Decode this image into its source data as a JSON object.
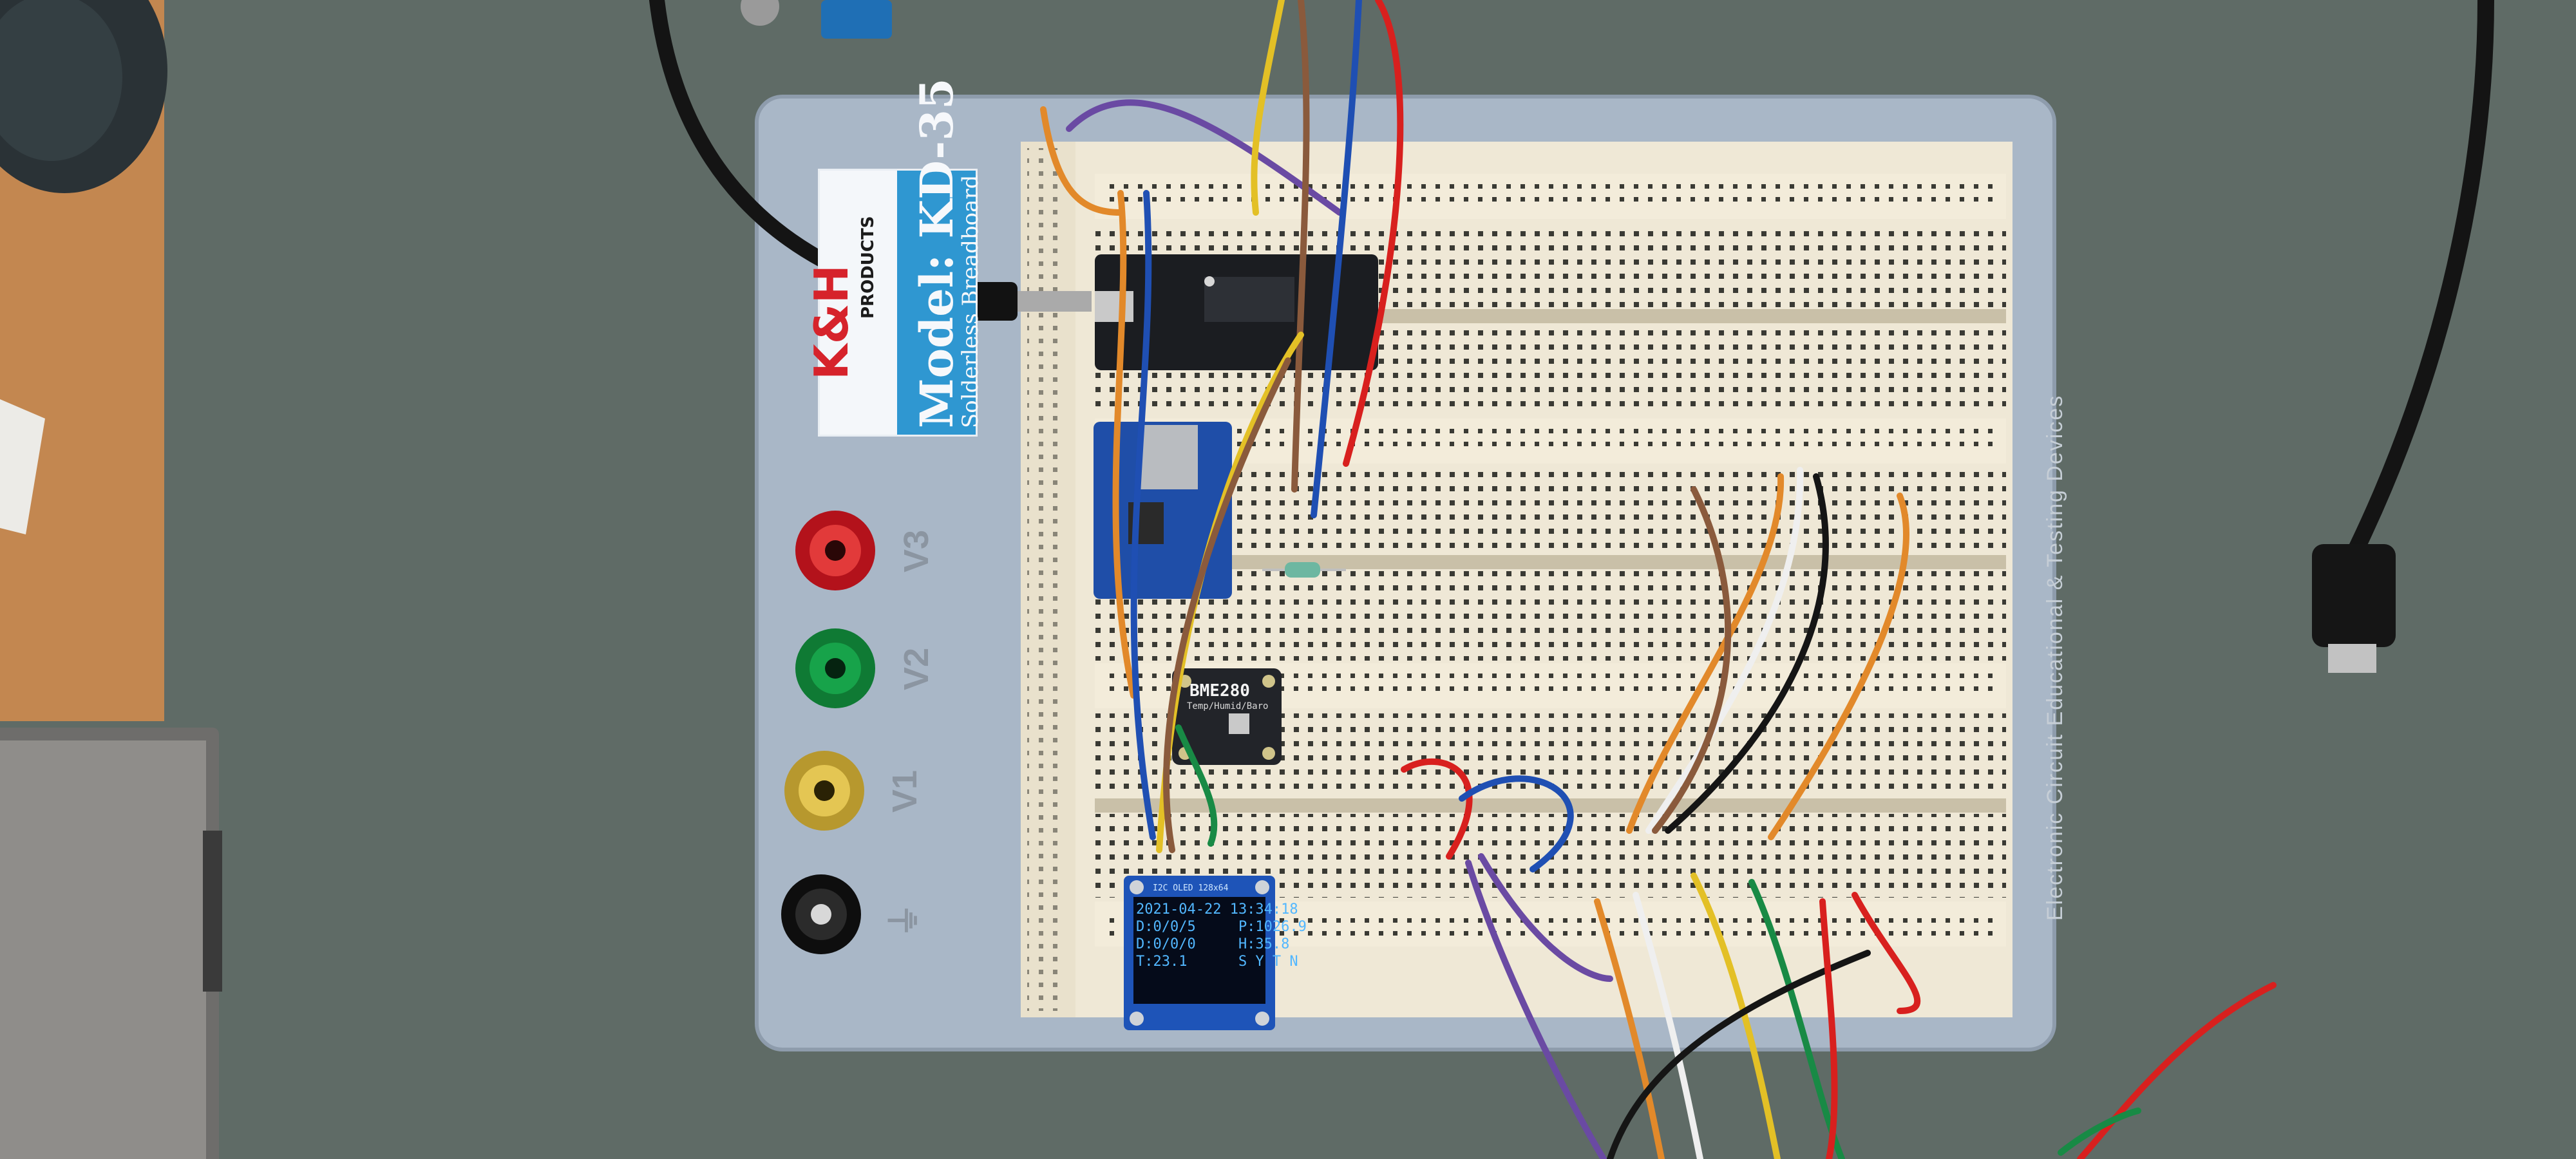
{
  "scene": {
    "breadboard": {
      "label_brand": "K&H",
      "label_brand_sub": "PRODUCTS",
      "label_model": "Model: KD-35",
      "label_desc": "Solderless Breadboard",
      "edge_text": "Electronic Circuit Educational & Testing Devices"
    },
    "terminals": [
      {
        "label": "V3",
        "color": "#b3121b"
      },
      {
        "label": "V2",
        "color": "#0f8a3a"
      },
      {
        "label": "V1",
        "color": "#d9b640"
      },
      {
        "label": "⏚",
        "color": "#141414"
      }
    ],
    "sensor": {
      "label": "BME280",
      "sublabel": "Temp/Humid/Baro"
    },
    "oled": {
      "header": "I2C  OLED  128x64",
      "rows": [
        "2021-04-22 13:34:18",
        "D:0/0/5     P:1026.9",
        "D:0/0/0     H:35.8",
        "T:23.1      S Y T N"
      ]
    },
    "colors": {
      "table": "#5f6b66",
      "board_base": "#a9b7c7",
      "breadboard": "#efe8d6",
      "wire_red": "#d8201e",
      "wire_orange": "#e2892a",
      "wire_blue": "#1f4fb3",
      "wire_black": "#151515",
      "wire_brown": "#8a5a3c",
      "wire_yellow": "#e3c026",
      "wire_green": "#188a45",
      "wire_white": "#efefef",
      "wire_purple": "#6a4aa3"
    }
  }
}
